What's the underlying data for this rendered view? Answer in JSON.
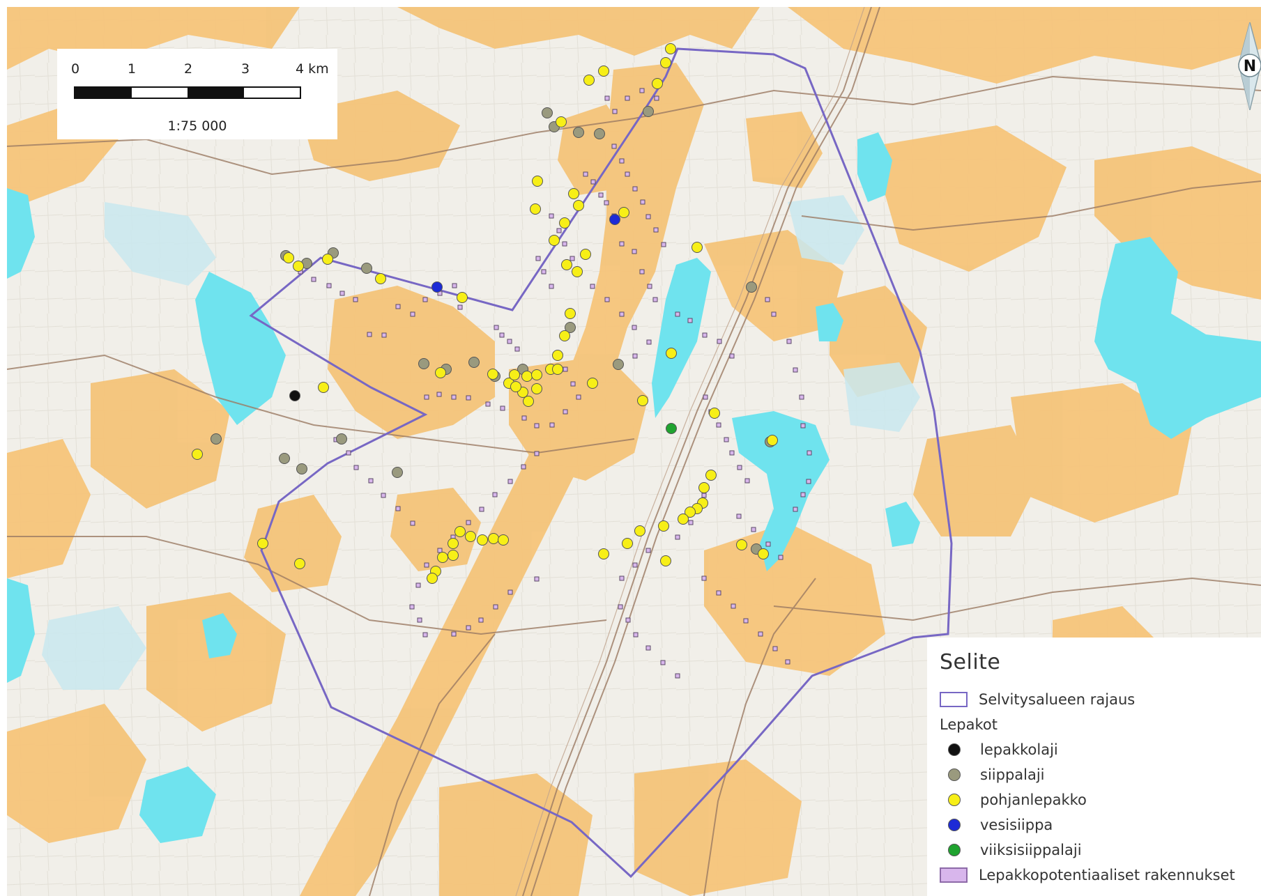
{
  "scale_bar": {
    "ticks": [
      "0",
      "1",
      "2",
      "3",
      "4 km"
    ],
    "ratio": "1:75 000"
  },
  "north_arrow": {
    "label": "N",
    "icon": "north-arrow-icon"
  },
  "legend": {
    "title": "Selite",
    "boundary_label": "Selvitysalueen rajaus",
    "group_label": "Lepakot",
    "species": [
      {
        "label": "lepakkolaji",
        "color": "#111111"
      },
      {
        "label": "siippalaji",
        "color": "#9a9a7e"
      },
      {
        "label": "pohjanlepakko",
        "color": "#f7ef17"
      },
      {
        "label": "vesisiippa",
        "color": "#1d2bd6"
      },
      {
        "label": "viiksisiippalaji",
        "color": "#1fa32f"
      }
    ],
    "buildings_label": "Lepakkopotentiaaliset rakennukset"
  },
  "colors": {
    "forest": "#f5c47a",
    "water": "#6fe3ee",
    "boundary": "#7767c4",
    "building_fill": "#d8b6ec",
    "road": "#9b7a63"
  }
}
